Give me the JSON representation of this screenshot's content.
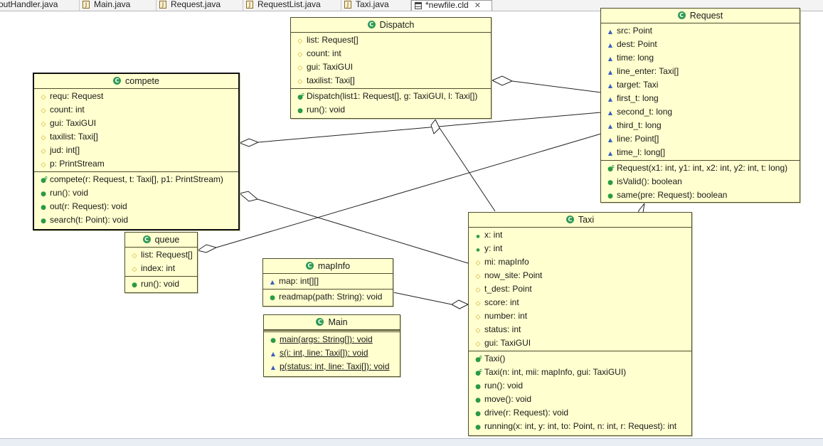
{
  "tabs": [
    {
      "label": "outHandler.java",
      "icon": "java-file-icon"
    },
    {
      "label": "Main.java",
      "icon": "java-file-icon"
    },
    {
      "label": "Request.java",
      "icon": "java-file-icon"
    },
    {
      "label": "RequestList.java",
      "icon": "java-file-icon"
    },
    {
      "label": "Taxi.java",
      "icon": "java-file-icon"
    },
    {
      "label": "*newfile.cld",
      "icon": "class-diagram-icon",
      "active": true
    }
  ],
  "classes": {
    "dispatch": {
      "name": "Dispatch",
      "fields": [
        "list: Request[]",
        "count: int",
        "gui: TaxiGUI",
        "taxilist: Taxi[]"
      ],
      "methods": [
        "Dispatch(list1: Request[], g: TaxiGUI, l: Taxi[])",
        "run(): void"
      ]
    },
    "request": {
      "name": "Request",
      "fields": [
        "src: Point",
        "dest: Point",
        "time: long",
        "line_enter: Taxi[]",
        "target: Taxi",
        "first_t: long",
        "second_t: long",
        "third_t: long",
        "line: Point[]",
        "time_l: long[]"
      ],
      "methods": [
        "Request(x1: int, y1: int, x2: int, y2: int, t: long)",
        "isValid(): boolean",
        "same(pre: Request): boolean"
      ]
    },
    "compete": {
      "name": "compete",
      "fields": [
        "requ: Request",
        "count: int",
        "gui: TaxiGUI",
        "taxilist: Taxi[]",
        "jud: int[]",
        "p: PrintStream"
      ],
      "methods": [
        "compete(r: Request, t: Taxi[], p1: PrintStream)",
        "run(): void",
        "out(r: Request): void",
        "search(t: Point): void"
      ]
    },
    "queue": {
      "name": "queue",
      "fields": [
        "list: Request[]",
        "index: int"
      ],
      "methods": [
        "run(): void"
      ]
    },
    "mapinfo": {
      "name": "mapInfo",
      "fields": [
        "map: int[][]"
      ],
      "methods": [
        "readmap(path: String): void"
      ]
    },
    "main": {
      "name": "Main",
      "methods": [
        "main(args: String[]): void",
        "s(i: int, line: Taxi[]): void",
        "p(status: int, line: Taxi[]): void"
      ]
    },
    "taxi": {
      "name": "Taxi",
      "fields": [
        "x: int",
        "y: int",
        "mi: mapInfo",
        "now_site: Point",
        "t_dest: Point",
        "score: int",
        "number: int",
        "status: int",
        "gui: TaxiGUI"
      ],
      "methods": [
        "Taxi()",
        "Taxi(n: int, mii: mapInfo, gui: TaxiGUI)",
        "run(): void",
        "move(): void",
        "drive(r: Request): void",
        "running(x: int, y: int, to: Point, n: int, r: Request): int"
      ]
    }
  }
}
